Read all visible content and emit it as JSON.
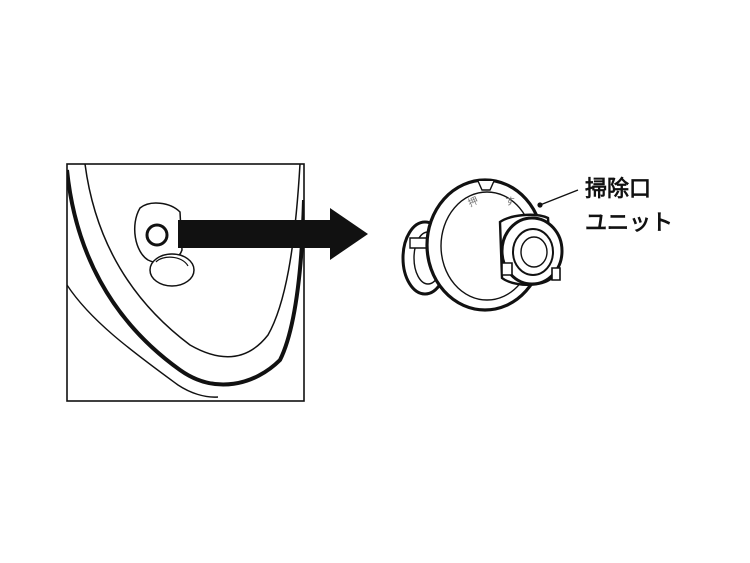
{
  "callout": {
    "line1": "掃除口",
    "line2": "ユニット"
  },
  "part_markings": {
    "push_kanji": "押",
    "push_kana": "す"
  },
  "colors": {
    "ink": "#111111",
    "background": "#ffffff",
    "panel_fill": "#ffffff",
    "detail_gray": "#777777"
  },
  "icons": {
    "arrow": "right-arrow",
    "part": "cleaning-port-unit"
  }
}
